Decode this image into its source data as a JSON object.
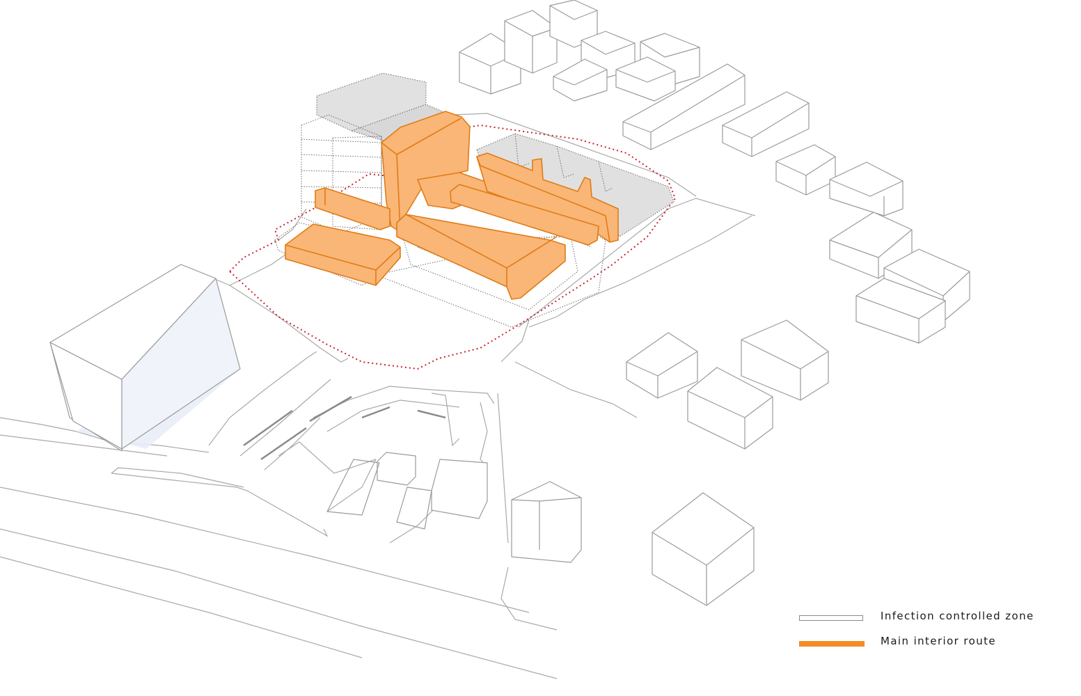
{
  "legend": {
    "items": [
      {
        "label": "Infection controlled zone",
        "swatch": "outline",
        "color": "#8a8a8a"
      },
      {
        "label": "Main interior route",
        "swatch": "route",
        "color": "#f28c28"
      }
    ]
  },
  "colors": {
    "route_fill": "#f9b677",
    "route_edge": "#e07b15",
    "site_boundary": "#c8202b",
    "building_face": "#ffffff",
    "building_shade": "#e6ebf4",
    "roof_gray": "#dcdcdc",
    "line": "#9a9a9a"
  }
}
